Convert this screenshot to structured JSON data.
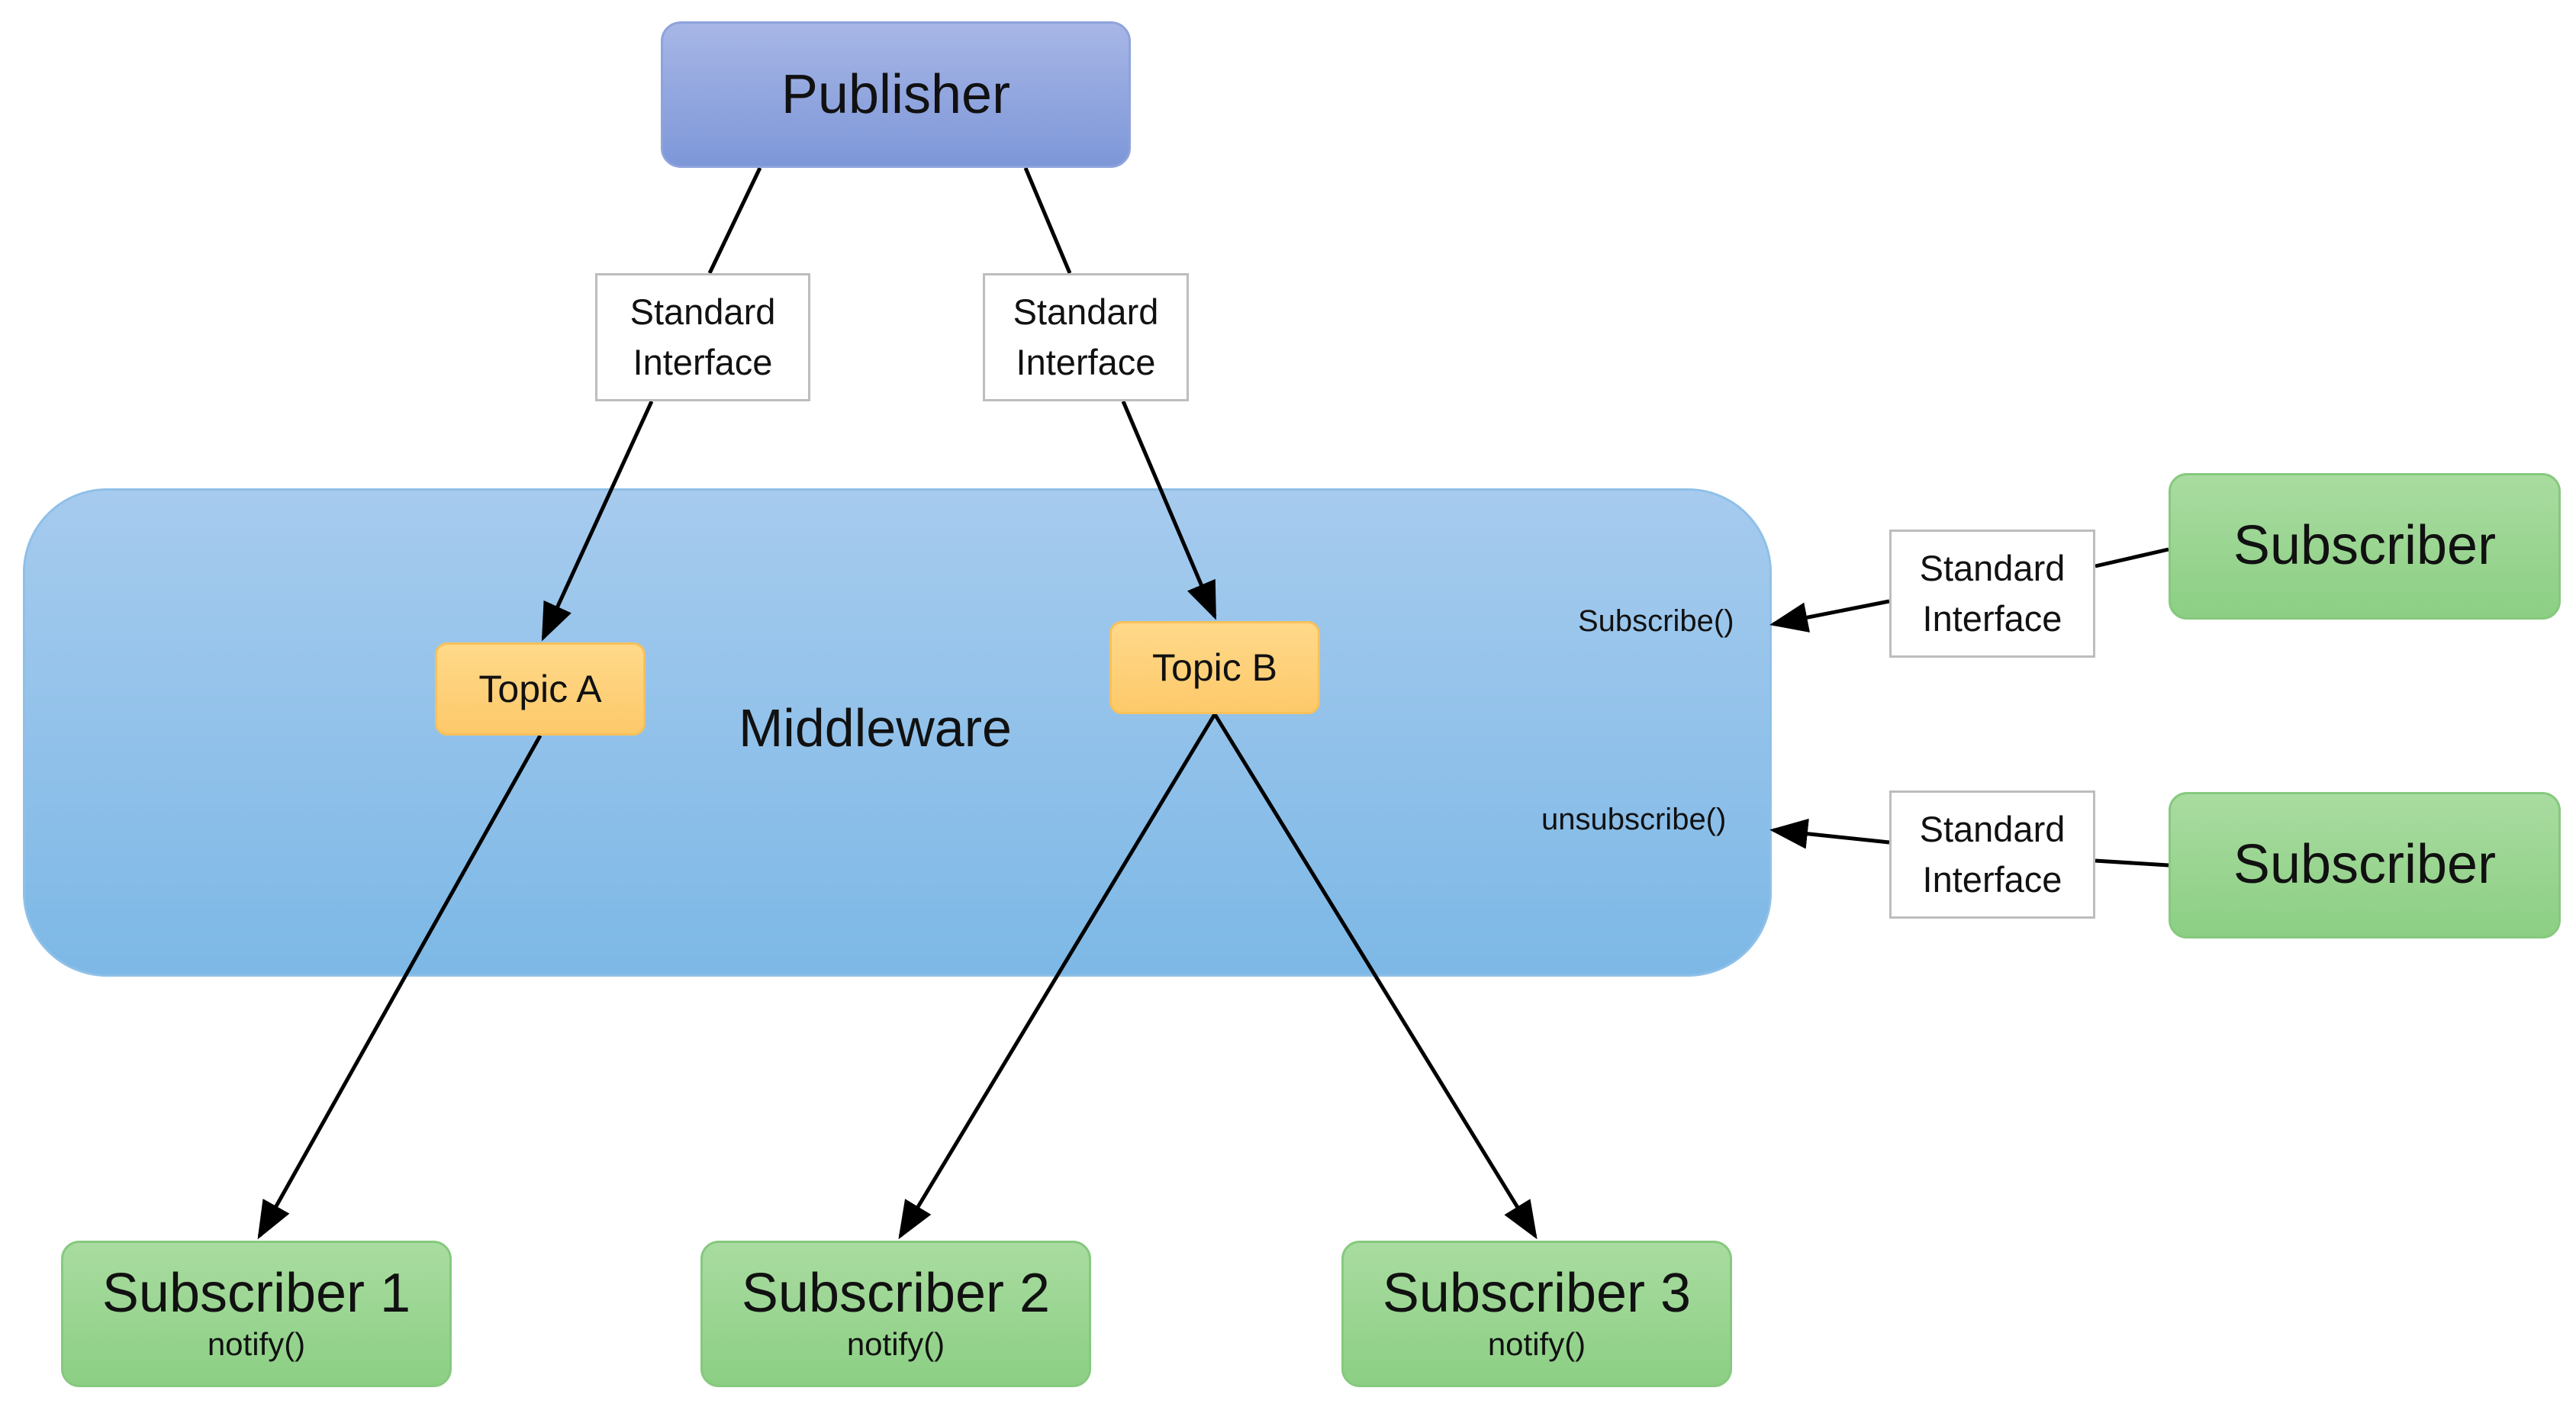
{
  "publisher": {
    "label": "Publisher"
  },
  "middleware": {
    "label": "Middleware"
  },
  "topics": {
    "a": "Topic A",
    "b": "Topic B"
  },
  "interfaces": {
    "left": {
      "line1": "Standard",
      "line2": "Interface"
    },
    "right": {
      "line1": "Standard",
      "line2": "Interface"
    },
    "subscribe": {
      "line1": "Standard",
      "line2": "Interface"
    },
    "unsubscribe": {
      "line1": "Standard",
      "line2": "Interface"
    }
  },
  "methods": {
    "subscribe": "Subscribe()",
    "unsubscribe": "unsubscribe()"
  },
  "subscribers": [
    {
      "label": "Subscriber 1",
      "method": "notify()"
    },
    {
      "label": "Subscriber 2",
      "method": "notify()"
    },
    {
      "label": "Subscriber 3",
      "method": "notify()"
    }
  ],
  "external_subscribers": [
    {
      "label": "Subscriber"
    },
    {
      "label": "Subscriber"
    }
  ],
  "colors": {
    "publisher": "#8ea3dc",
    "middleware": "#8fc0e8",
    "topic": "#fdc96a",
    "subscriber": "#8ccf84",
    "edge": "#000000"
  }
}
